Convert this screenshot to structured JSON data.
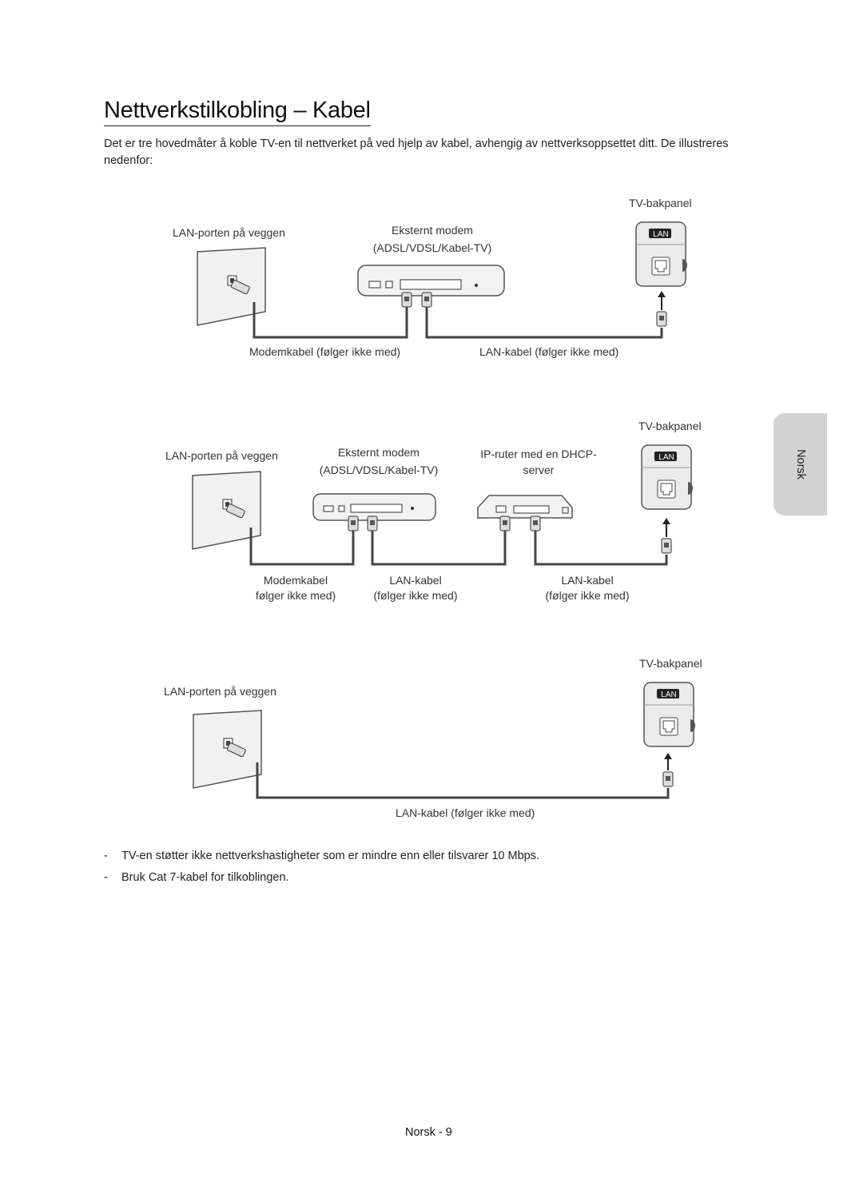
{
  "page": {
    "title": "Nettverkstilkobling – Kabel",
    "intro": "Det er tre hovedmåter å koble TV-en til nettverket på ved hjelp av kabel, avhengig av nettverksoppsettet ditt. De illustreres nedenfor:",
    "side_tab": "Norsk",
    "footer": "Norsk - 9"
  },
  "diagram1": {
    "tv_panel": "TV-bakpanel",
    "wall_port": "LAN-porten på veggen",
    "modem_line1": "Eksternt modem",
    "modem_line2": "(ADSL/VDSL/Kabel-TV)",
    "modem_cable": "Modemkabel (følger ikke med)",
    "lan_cable": "LAN-kabel (følger ikke med)",
    "lan_badge": "LAN"
  },
  "diagram2": {
    "tv_panel": "TV-bakpanel",
    "wall_port": "LAN-porten på veggen",
    "modem_line1": "Eksternt modem",
    "modem_line2": "(ADSL/VDSL/Kabel-TV)",
    "router_line1": "IP-ruter med en DHCP-",
    "router_line2": "server",
    "modem_cable_line1": "Modemkabel",
    "modem_cable_line2": "følger ikke med)",
    "lan_cable_a_line1": "LAN-kabel",
    "lan_cable_a_line2": "(følger ikke med)",
    "lan_cable_b_line1": "LAN-kabel",
    "lan_cable_b_line2": "(følger ikke med)",
    "lan_badge": "LAN"
  },
  "diagram3": {
    "tv_panel": "TV-bakpanel",
    "wall_port": "LAN-porten på veggen",
    "lan_cable": "LAN-kabel (følger ikke med)",
    "lan_badge": "LAN"
  },
  "notes": [
    "TV-en støtter ikke nettverkshastigheter som er mindre enn eller tilsvarer 10 Mbps.",
    "Bruk Cat 7-kabel for tilkoblingen."
  ],
  "note_dash": "-"
}
